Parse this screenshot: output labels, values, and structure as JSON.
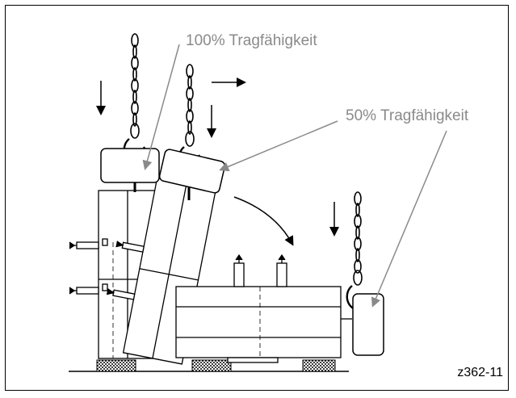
{
  "labels": {
    "full_capacity": "100% Tragfähigkeit",
    "half_capacity": "50% Tragfähigkeit"
  },
  "figure_id": "z362-11",
  "colors": {
    "line": "#000000",
    "label_text": "#8a8a8a",
    "pointer_line": "#8a8a8a",
    "background": "#ffffff"
  }
}
